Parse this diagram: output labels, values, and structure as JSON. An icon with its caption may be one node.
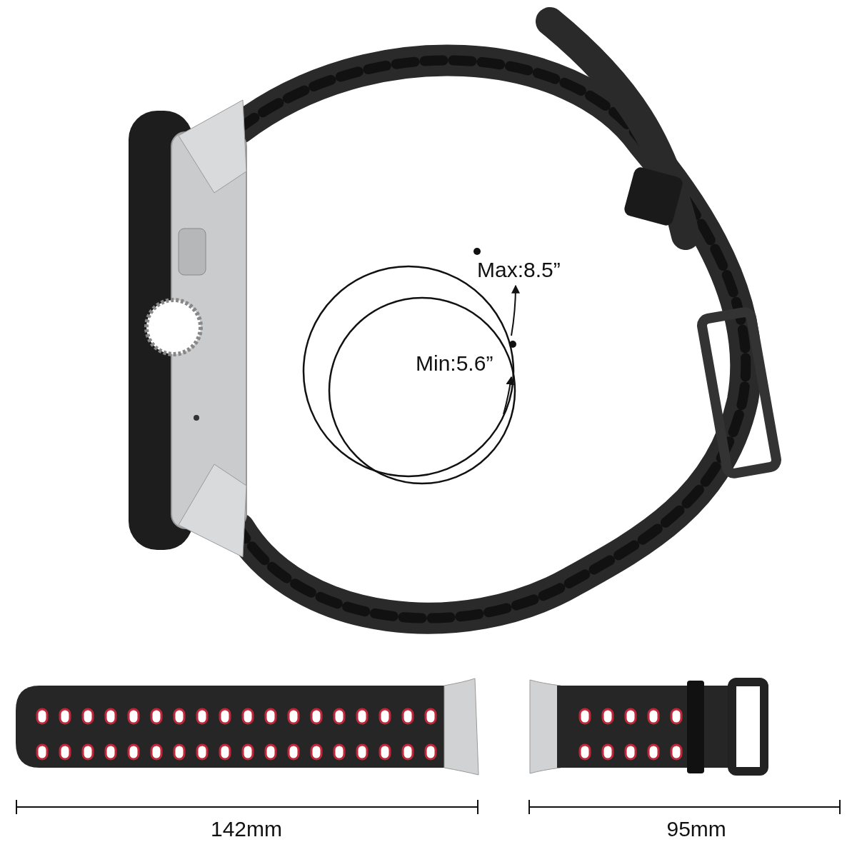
{
  "diagram": {
    "labels": [
      "Max:8.5”",
      "Min:5.6”",
      "142mm",
      "95mm"
    ]
  }
}
